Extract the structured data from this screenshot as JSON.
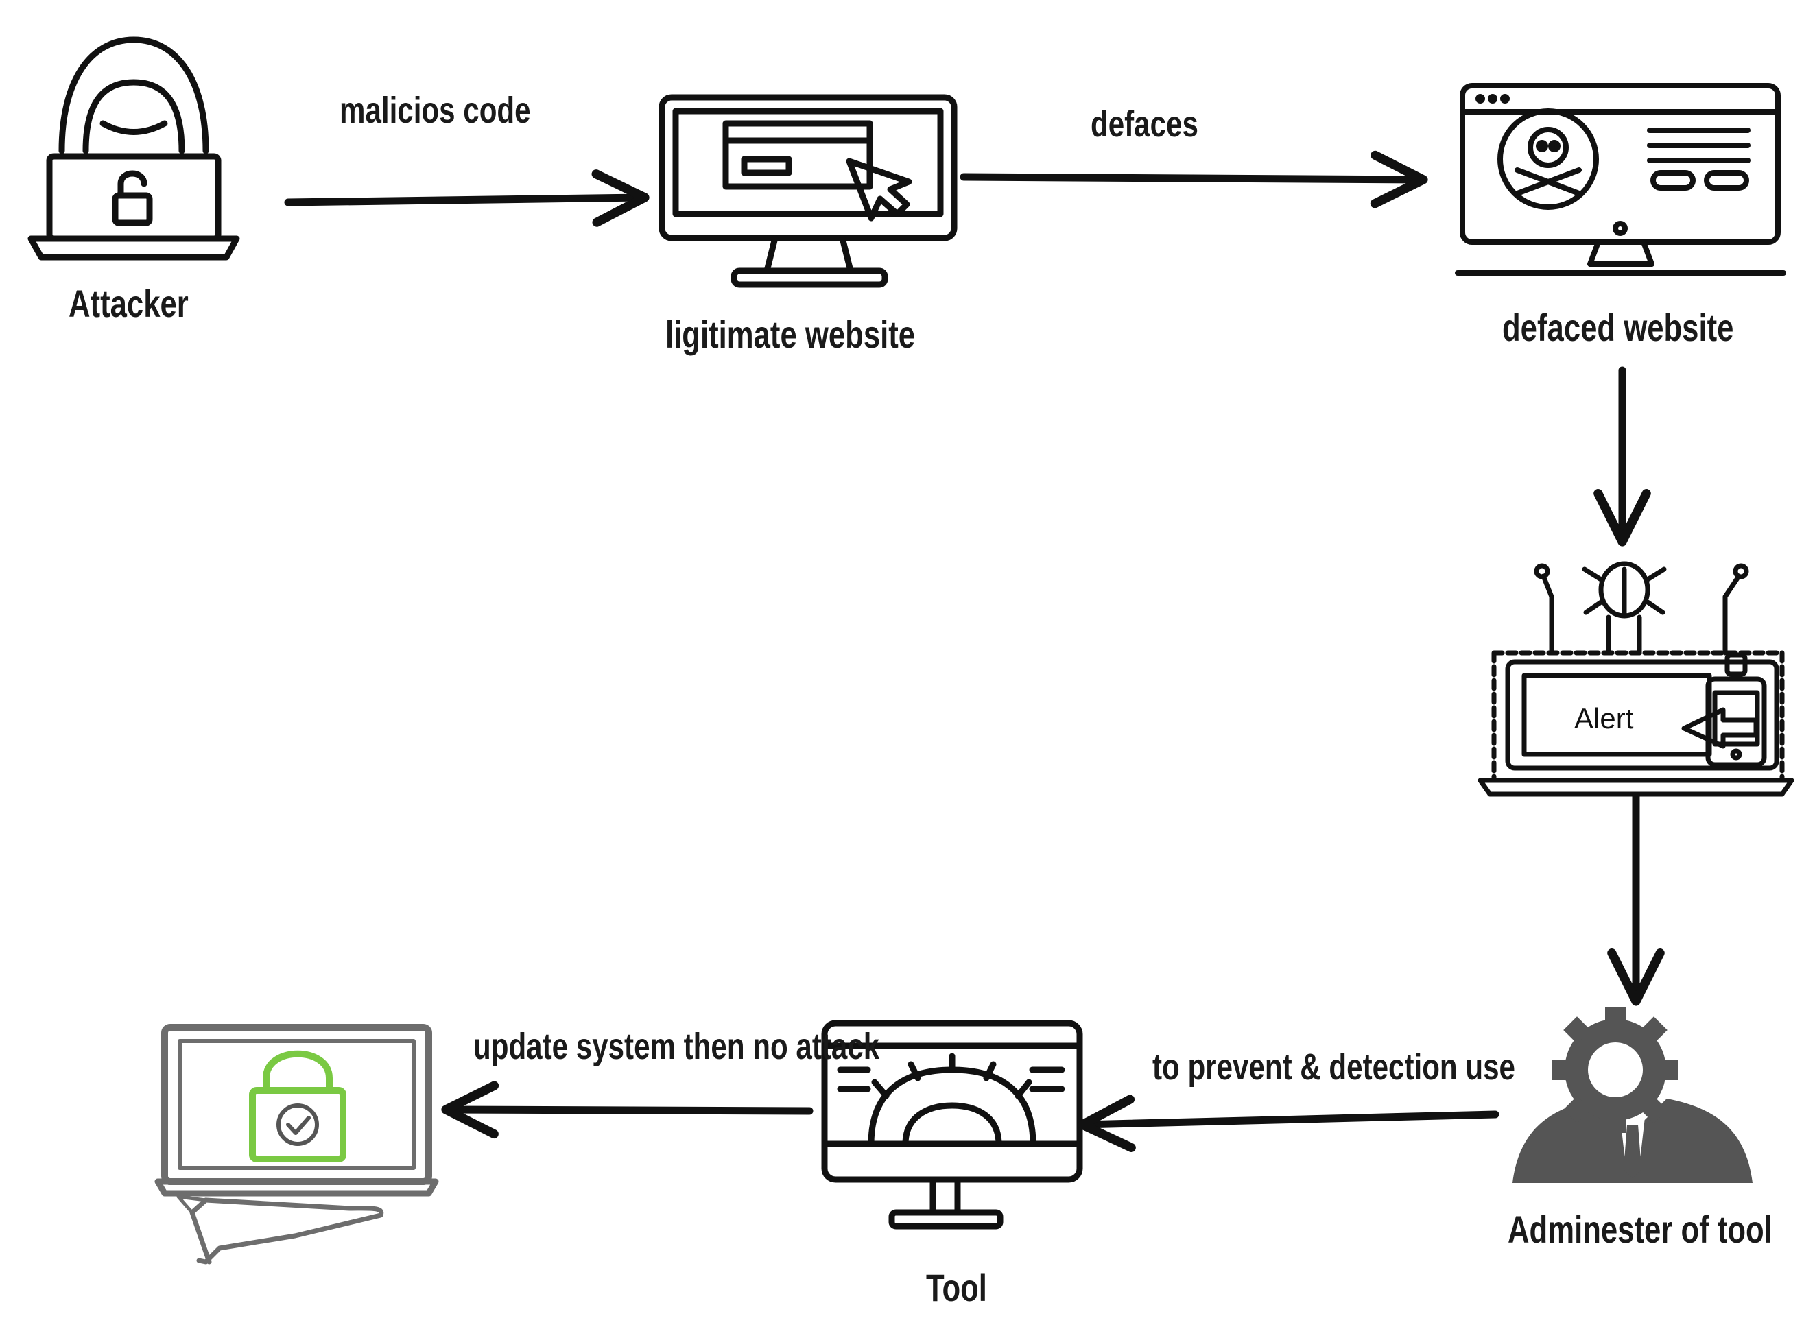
{
  "nodes": {
    "attacker": "Attacker",
    "legit": "ligitimate website",
    "defaced": "defaced website",
    "alert": "Alert",
    "admin": "Adminester of tool",
    "tool": "Tool"
  },
  "edges": {
    "malicious": "malicios code",
    "defaces": "defaces",
    "prevent": "to prevent & detection use",
    "update": "update system then no attack"
  },
  "colors": {
    "stroke": "#111111",
    "admin_gray": "#555555",
    "lock_green": "#7ac943",
    "laptop_gray": "#6d6d6d"
  },
  "icons": [
    "hooded-attacker-icon",
    "monitor-cursor-icon",
    "skull-monitor-icon",
    "bug-alert-laptop-icon",
    "gear-admin-icon",
    "gear-monitor-icon",
    "secure-laptop-hand-icon"
  ]
}
